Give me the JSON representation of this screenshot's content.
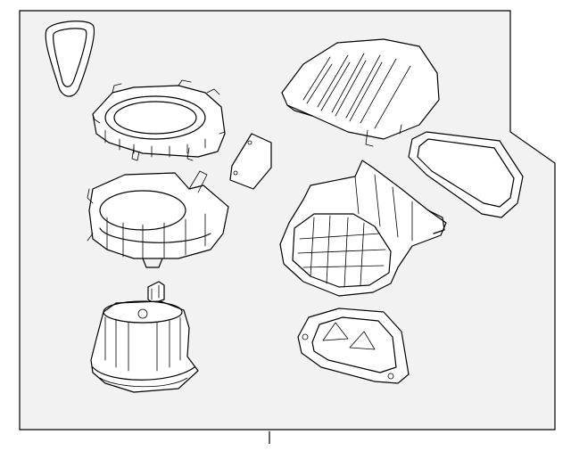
{
  "diagram": {
    "background_color": "#f2f2f2",
    "line_color": "#000000",
    "parts": [
      {
        "name": "filter-seal-gasket"
      },
      {
        "name": "blower-housing-upper"
      },
      {
        "name": "resistor-plate"
      },
      {
        "name": "blower-scroll-housing"
      },
      {
        "name": "clip"
      },
      {
        "name": "blower-motor"
      },
      {
        "name": "top-cover"
      },
      {
        "name": "filter-frame-seal"
      },
      {
        "name": "intake-housing"
      },
      {
        "name": "filter-cover"
      }
    ]
  }
}
